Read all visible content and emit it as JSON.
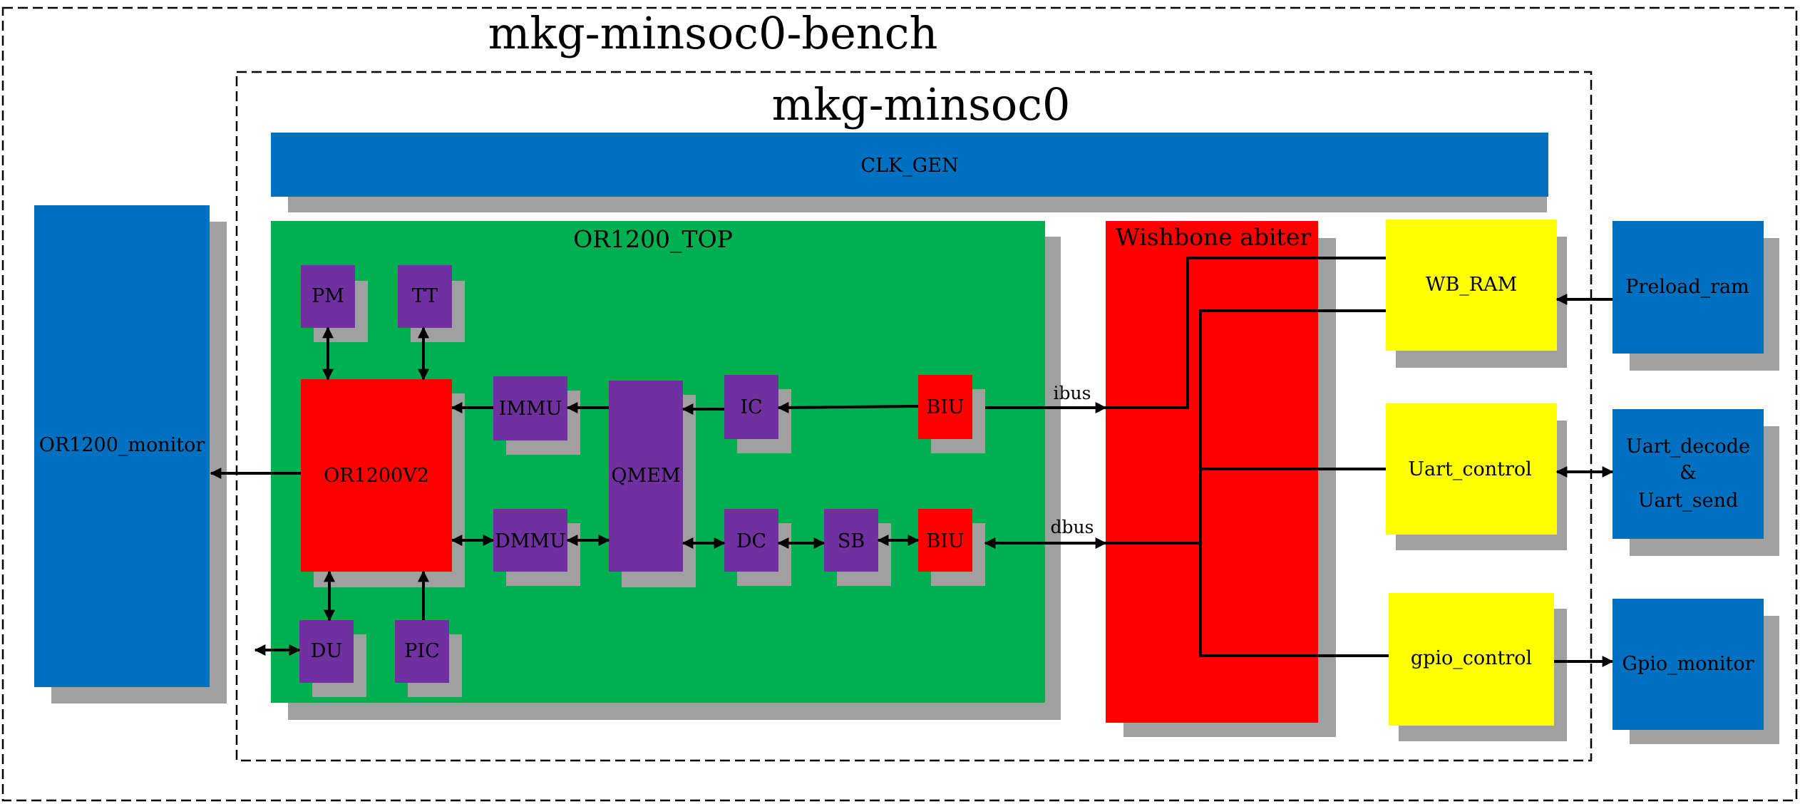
{
  "titles": {
    "bench": "mkg-minsoc0-bench",
    "soc": "mkg-minsoc0",
    "top": "OR1200_TOP",
    "arbiter": "Wishbone abiter"
  },
  "blocks": {
    "clk_gen": "CLK_GEN",
    "or1200_monitor": "OR1200_monitor",
    "pm": "PM",
    "tt": "TT",
    "or1200v2": "OR1200V2",
    "immu": "IMMU",
    "dmmu": "DMMU",
    "qmem": "QMEM",
    "ic": "IC",
    "dc": "DC",
    "sb": "SB",
    "biu_i": "BIU",
    "biu_d": "BIU",
    "du": "DU",
    "pic": "PIC",
    "wb_ram": "WB_RAM",
    "uart_control": "Uart_control",
    "gpio_control": "gpio_control",
    "preload_ram": "Preload_ram",
    "uart_decode_lines": [
      "Uart_decode",
      "&",
      "Uart_send"
    ],
    "gpio_monitor": "Gpio_monitor"
  },
  "bus_labels": {
    "ibus": "ibus",
    "dbus": "dbus"
  },
  "colors": {
    "blue": "#0070c0",
    "green": "#00b050",
    "purple": "#7030a0",
    "red": "#ff0000",
    "yellow": "#ffff00",
    "shadow": "#a0a0a0"
  }
}
